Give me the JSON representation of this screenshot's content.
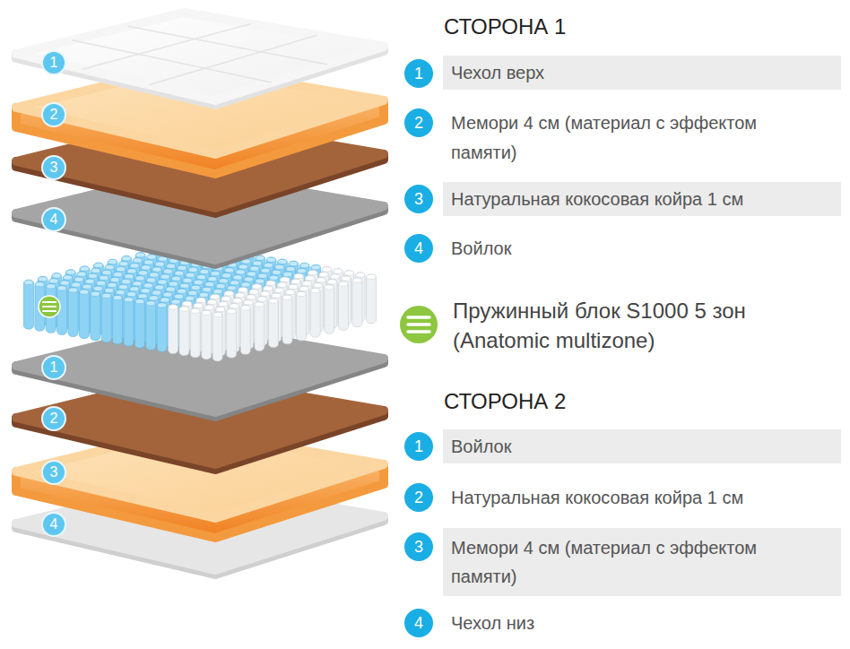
{
  "diagram": {
    "nodes": [
      {
        "text": [
          "1"
        ]
      },
      {
        "text": [
          "2"
        ]
      },
      {
        "text": [
          "3"
        ]
      },
      {
        "text": [
          "4"
        ]
      },
      {
        "text": [
          "1"
        ]
      },
      {
        "text": [
          "2"
        ]
      },
      {
        "text": [
          "3"
        ]
      },
      {
        "text": [
          "4"
        ]
      },
      {
        "text": [
          "1"
        ]
      },
      {
        "text": [
          "Чехол верх"
        ]
      },
      {
        "text": [
          "2"
        ]
      },
      {
        "text": [
          "3"
        ]
      },
      {
        "text": [
          "Натуральная кокосовая койра 1 см"
        ]
      },
      {
        "text": [
          "4"
        ]
      },
      {
        "text": [
          "1"
        ]
      },
      {
        "text": [
          "Войлок"
        ]
      },
      {
        "text": [
          "2"
        ]
      },
      {
        "text": [
          "3"
        ]
      },
      {
        "text": [
          "Мемори 4 см (материал с эффектом памяти)"
        ]
      },
      {
        "text": [
          "4"
        ]
      }
    ],
    "labels": [
      "СТОРОНА 1",
      "Мемори 4 см (материал с эффектом памяти)",
      "Войлок",
      "Пружинный блок S1000 5 зон (Anatomic multizone)",
      "СТОРОНА 2",
      "Натуральная кокосовая койра 1 см",
      "Чехол низ"
    ]
  }
}
